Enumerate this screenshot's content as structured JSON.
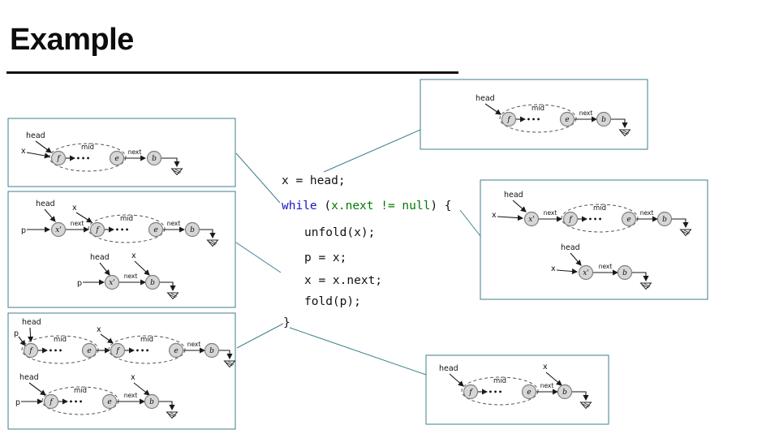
{
  "title": "Example",
  "colors": {
    "accent_teal": "#3f7e8e",
    "keyword_blue": "#1414cc",
    "condition_green": "#007a00",
    "node_fill": "#d6d6d6"
  },
  "code": {
    "l1": "x = head;",
    "while_kw": "while",
    "while_pre": " (",
    "cond": "x.next != null",
    "while_post": ") {",
    "l3": "unfold(x);",
    "l4": "p = x;",
    "l5": "x = x.next;",
    "l6": "fold(p);",
    "l7": "}"
  },
  "labels": {
    "head": "head",
    "mid": "mid",
    "next": "next",
    "x": "x",
    "p": "p",
    "xprime": "x'",
    "f": "f",
    "e": "e",
    "b": "b",
    "dots": "•••"
  }
}
